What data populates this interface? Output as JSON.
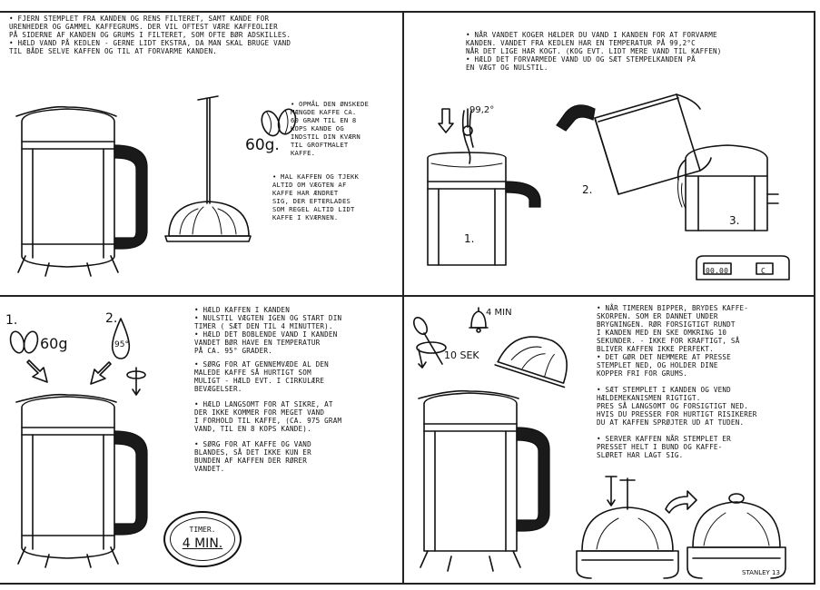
{
  "panel1": {
    "text_top": "• FJERN STEMPLET FRA KANDEN OG RENS FILTERET, SAMT KANDE FOR\nURENHEDER OG GAMMEL KAFFEGRUMS. DER VIL OFTEST VÆRE KAFFEOLIER\nPÅ SIDERNE AF KANDEN OG GRUMS I FILTERET, SOM OFTE BØR ADSKILLES.\n• HÆLD VAND PÅ KEDLEN - GERNE LIDT EKSTRA, DA MAN SKAL BRUGE VAND\nTIL BÅDE SELVE KAFFEN OG TIL AT FORVARME KANDEN.",
    "text_right_1": "• OPMÅL DEN ØNSKEDE\nMÆNGDE KAFFE CA.\n60 GRAM TIL EN 8\nKOPS KANDE OG\nINDSTIL DIN KVÆRN\nTIL GROFTMALET\nKAFFE.",
    "text_right_2": "• MAL KAFFEN OG TJEKK\nALTID OM VÆGTEN AF\nKAFFE HAR ÆNDRET\nSIG, DER EFTERLADES\nSOM REGEL ALTID LIDT\nKAFFE I KVÆRNEN.",
    "amount": "60g."
  },
  "panel2": {
    "text": "• NÅR VANDET KOGER HÆLDER DU VAND I KANDEN FOR AT FORVARME\nKANDEN. VANDET FRA KEDLEN HAR EN TEMPERATUR PÅ 99,2°C\nNÅR DET LIGE HAR KOGT. (KOG EVT. LIDT MERE VAND TIL KAFFEN)\n• HÆLD DET FORVARMEDE VAND UD OG SÆT STEMPELKANDEN PÅ\nEN VÆGT OG NULSTIL.",
    "temperature": "99,2°",
    "step1": "1.",
    "step2": "2.",
    "step3": "3.",
    "scale_display": "00.00",
    "scale_button": "C"
  },
  "panel3": {
    "text_1": "• HÆLD KAFFEN I KANDEN\n• NULSTIL VÆGTEN IGEN OG START DIN\nTIMER ( SÆT DEN TIL 4 MINUTTER).\n• HÆLD DET BOBLENDE VAND I KANDEN\nVANDET BØR HAVE EN TEMPERATUR\nPÅ CA. 95° GRADER.",
    "text_2": "• SØRG FOR AT GENNEMVÆDE AL DEN\nMALEDE KAFFE SÅ HURTIGT SOM\nMULIGT - HÆLD EVT. I CIRKULÆRE\nBEVÆGELSER.",
    "text_3": "• HÆLD LANGSOMT FOR AT SIKRE, AT\nDER IKKE KOMMER FOR MEGET VAND\nI FORHOLD TIL KAFFE, (CA. 975 GRAM\nVAND, TIL EN 8 KOPS KANDE).",
    "text_4": "• SØRG FOR AT KAFFE OG VAND\nBLANDES, SÅ DET IKKE KUN ER\nBUNDEN AF KAFFEN DER RØRER\nVANDET.",
    "step1": "1.",
    "step2": "2.",
    "coffee_amount": "60g",
    "water_temp": "95°",
    "timer_label": "TIMER.",
    "timer_value": "4 MIN."
  },
  "panel4": {
    "text_1": "• NÅR TIMEREN BIPPER, BRYDES KAFFE-\nSKORPEN. SOM ER DANNET UNDER\nBRYGNINGEN. RØR FORSIGTIGT RUNDT\nI KANDEN MED EN SKE OMKRING 10\nSEKUNDER. - IKKE FOR KRAFTIGT, SÅ\nBLIVER KAFFEN IKKE PERFEKT.\n• DET GØR DET NEMMERE AT PRESSE\nSTEMPLET NED, OG HOLDER DINE\nKOPPER FRI FOR GRUMS.",
    "text_2": "• SÆT STEMPLET I KANDEN OG VEND\nHÆLDEMEKANISMEN RIGTIGT.\nPRES SÅ LANGSOMT OG FORSIGTIGT NED.\nHVIS DU PRESSER FOR HURTIGT RISIKERER\nDU AT KAFFEN SPRØJTER UD AT TUDEN.",
    "text_3": "• SERVER KAFFEN NÅR STEMPLET ER\nPRESSET HELT I BUND OG KAFFE-\nSLØRET HAR LAGT SIG.",
    "bell_time": "4 MIN",
    "stir_time": "10 SEK",
    "signature": "STANLEY 13"
  }
}
